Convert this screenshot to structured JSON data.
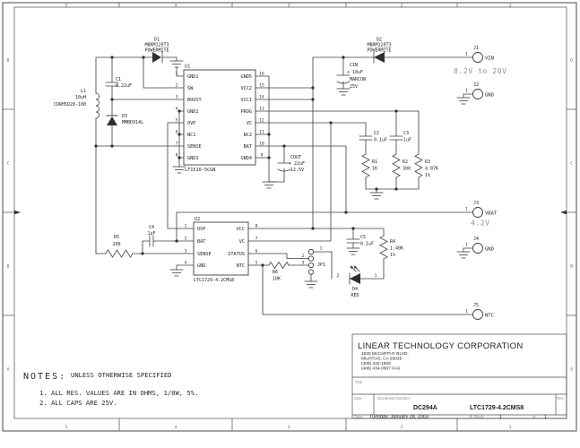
{
  "zones": {
    "cols": [
      "5",
      "4",
      "3",
      "2",
      "1"
    ],
    "rows": [
      "D",
      "C",
      "B",
      "A"
    ]
  },
  "u1": {
    "ref": "U1",
    "part": "LT1510-5CGN",
    "left": [
      "GND1",
      "SW",
      "BOOST",
      "GND2",
      "OVP",
      "NC1",
      "SENSE",
      "GND3"
    ],
    "lnum": [
      "1",
      "2",
      "3",
      "4",
      "5",
      "6",
      "7",
      "8"
    ],
    "right": [
      "GND5",
      "VCC2",
      "VCC1",
      "PROG",
      "VC",
      "NC2",
      "BAT",
      "GND4"
    ],
    "rnum": [
      "16",
      "15",
      "14",
      "13",
      "12",
      "11",
      "10",
      "9"
    ]
  },
  "u2": {
    "ref": "U2",
    "part": "LTC1729-4.2CMS8",
    "left": [
      "OVP",
      "BAT",
      "SENSE",
      "GND"
    ],
    "lnum": [
      "1",
      "2",
      "3",
      "4"
    ],
    "right": [
      "VCC",
      "VC",
      "STATUS",
      "NTC"
    ],
    "rnum": [
      "8",
      "7",
      "6",
      "5"
    ]
  },
  "d1": {
    "ref": "D1",
    "part": "MBRM120T3",
    "pkg": "POWERMITE"
  },
  "d2": {
    "ref": "D2",
    "part": "MBRM120T3",
    "pkg": "POWERMITE"
  },
  "d3": {
    "ref": "D3",
    "part": "MMBD914L"
  },
  "d4": {
    "ref": "D4",
    "color": "RED",
    "pin_a": "2",
    "pin_c": "1"
  },
  "l1": {
    "ref": "L1",
    "value": "10uH",
    "part": "CDRH5D28-100"
  },
  "c1": {
    "ref": "C1",
    "value": "0.22uF"
  },
  "cin": {
    "ref": "CIN",
    "value": "+ 10uF",
    "mfr": "MARCON",
    "volt": "25V"
  },
  "cout": {
    "ref": "COUT",
    "value": "+ 22uF",
    "volt": "12.5V"
  },
  "c2": {
    "ref": "C2",
    "value": "0.1uF"
  },
  "c3": {
    "ref": "C3",
    "value": "1uF"
  },
  "c4": {
    "ref": "C4",
    "value": "1uF"
  },
  "c5": {
    "ref": "C5",
    "value": "0.1uF"
  },
  "r1": {
    "ref": "R1",
    "value": "1K"
  },
  "r2": {
    "ref": "R2",
    "value": "300"
  },
  "r3": {
    "ref": "R3",
    "value": "4.87K",
    "tol": "1%"
  },
  "r4": {
    "ref": "R4",
    "value": "1.40K",
    "tol": "1%"
  },
  "r5": {
    "ref": "R5",
    "value": "200"
  },
  "r6": {
    "ref": "R6",
    "value": "10K"
  },
  "jp1": {
    "ref": "JP1",
    "pin1": "1",
    "pin2": "2",
    "pin3": "3"
  },
  "j1": {
    "ref": "J1",
    "name": "VIN",
    "pin": "1",
    "note": "8.2V to 20V"
  },
  "j2": {
    "ref": "J2",
    "name": "GND",
    "pin": "1"
  },
  "j3": {
    "ref": "J3",
    "name": "VBAT",
    "pin": "1",
    "note": "4.2V"
  },
  "j4": {
    "ref": "J4",
    "name": "GND",
    "pin": "1"
  },
  "j5": {
    "ref": "J5",
    "name": "NTC",
    "pin": "1"
  },
  "notes": {
    "heading": "NOTES:",
    "sub": "UNLESS OTHERWISE SPECIFIED",
    "item1": "1.  ALL RES. VALUES ARE IN OHMS, 1/8W, 5%.",
    "item2": "2.  ALL CAPS ARE 25V."
  },
  "tb": {
    "company": "LINEAR TECHNOLOGY CORPORATION",
    "addr1": "1630 McCARTHY BLVD.",
    "addr2": "MILPITAS, CA  95035",
    "addr3": "(408) 432-1900",
    "addr4": "(408) 434-0507 FAX",
    "title_label": "Title",
    "size_label": "Size",
    "doc_label": "Document Number",
    "rev_label": "Rev",
    "doc1": "DC294A",
    "doc2": "LTC1729-4.2CMS8",
    "date_label": "Date:",
    "date": "Tuesday, January 28, 2003",
    "sheet_label": "Sheet",
    "sheet": "1",
    "of_label": "of",
    "of": "1"
  }
}
